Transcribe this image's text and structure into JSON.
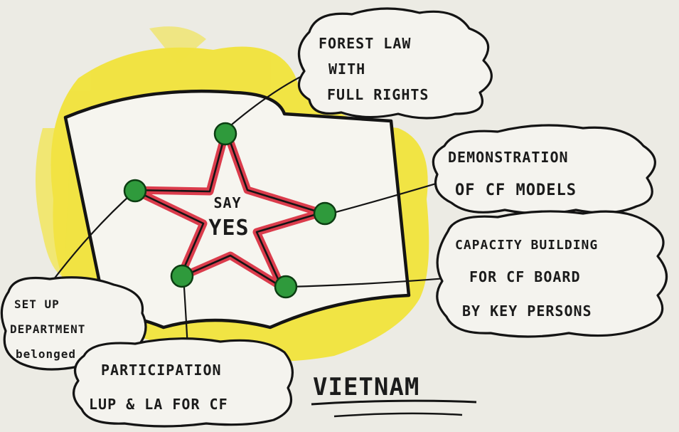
{
  "center": {
    "lines": [
      "SAY",
      "YES"
    ]
  },
  "nodes": [
    {
      "id": "forest-law",
      "lines": [
        "FOREST LAW",
        "WITH",
        "FULL RIGHTS"
      ]
    },
    {
      "id": "demonstration",
      "lines": [
        "DEMONSTRATION",
        "OF CF MODELS"
      ]
    },
    {
      "id": "capacity",
      "lines": [
        "CAPACITY BUILDING",
        "FOR CF BOARD",
        "BY KEY PERSONS"
      ]
    },
    {
      "id": "setup",
      "lines": [
        "SET UP",
        "DEPARTMENT",
        "belonged"
      ]
    },
    {
      "id": "participation",
      "lines": [
        "PARTICIPATION",
        "LUP & LA FOR CF"
      ]
    }
  ],
  "caption": "VIETNAM",
  "colors": {
    "paper": "#ecebe4",
    "highlight": "#f3e21b",
    "star_outline": "#d8283a",
    "node_fill": "#2f9a3c",
    "ink": "#141414"
  }
}
